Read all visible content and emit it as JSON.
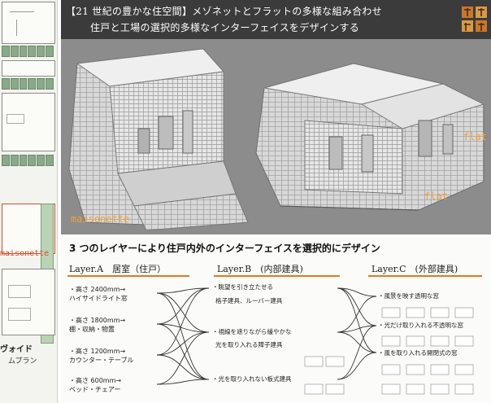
{
  "header": {
    "line1": "【21 世紀の豊かな住空間】メゾネットとフラットの多様な組み合わせ",
    "line2": "住戸と工場の選択的多様なインターフェイスをデザインする",
    "logo_icon": "kanji-logo-icon"
  },
  "left_strip": {
    "maisonette_label": "maisonette",
    "void_label": "ヴォイド",
    "plan_label": "ムプラン"
  },
  "render": {
    "labels": {
      "maisonette": "maisonette",
      "flat_lower": "flat",
      "flat_upper": "flat"
    }
  },
  "diagram": {
    "title": "3 つのレイヤーにより住戸内外のインターフェイスを選択的にデザイン",
    "layers": [
      {
        "label": "Layer.A　居室（住戸）"
      },
      {
        "label": "Layer.B　(内部建具)"
      },
      {
        "label": "Layer.C　(外部建具)"
      }
    ],
    "left_items": [
      {
        "line1": "・高さ 2400mm→",
        "line2": "ハイサイドライト窓"
      },
      {
        "line1": "・高さ 1800mm→",
        "line2": "棚・収納・物置"
      },
      {
        "line1": "・高さ 1200mm→",
        "line2": "カウンター・テーブル"
      },
      {
        "line1": "・高さ 600mm→",
        "line2": "ベッド・チェアー"
      }
    ],
    "mid_items": [
      "・眺望を引き立たせる",
      "格子建具、ルーバー建具",
      "・視線を遮りながら緩やかな",
      "光を取り入れる障子建具",
      "・光を取り入れない板式建具"
    ],
    "right_items": [
      "・風景を映す透明な窓",
      "・光だけ取り入れる不透明な窓",
      "・風を取り入れる開閉式の窓"
    ]
  }
}
